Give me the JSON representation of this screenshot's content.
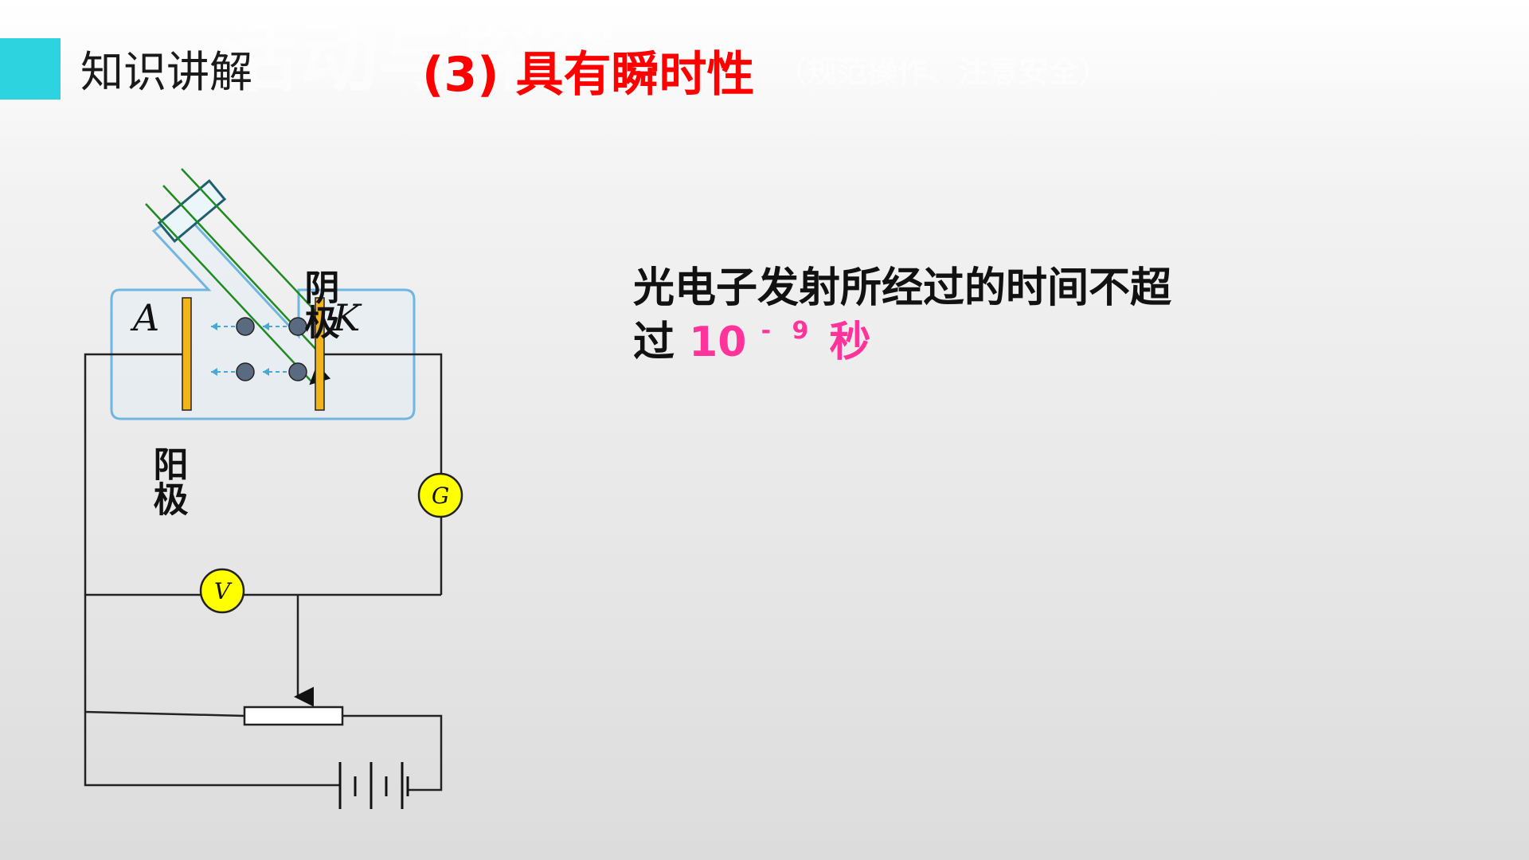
{
  "header": {
    "section_label": "知识讲解",
    "watermark": "活动与探究",
    "watermark_sub": "（规范操作、注意安全）",
    "heading": "(3) 具有瞬时性"
  },
  "colors": {
    "accent": "#2ed3e0",
    "heading": "#ff0000",
    "highlight": "#ff3399",
    "tube_outline": "#6fb6e0",
    "electrode": "#f2b418",
    "light_ray": "#1f8a1f",
    "meter_fill": "#ffff00"
  },
  "diagram": {
    "label_cathode": "阴极",
    "label_anode": "阳极",
    "letter_A": "A",
    "letter_K": "K",
    "meter_G": "G",
    "meter_V": "V"
  },
  "body": {
    "line1": "光电子发射所经过的时间不超",
    "line2_prefix": "过 ",
    "line2_value": "10",
    "line2_exponent": "- 9",
    "line2_unit": "秒"
  }
}
